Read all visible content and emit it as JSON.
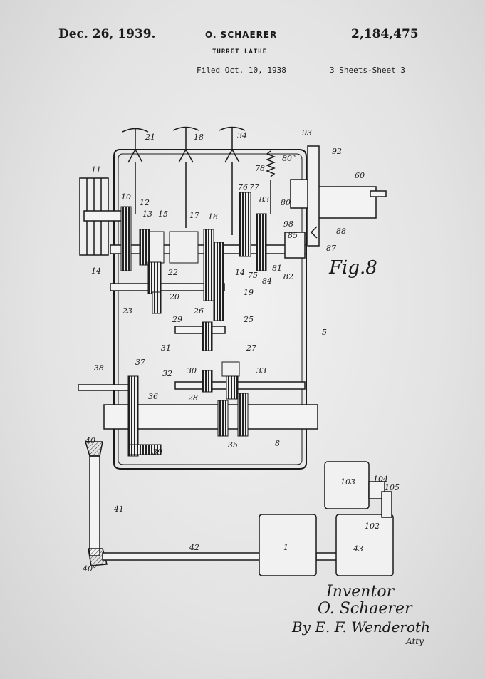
{
  "header": {
    "date": "Dec. 26, 1939.",
    "inventor": "O. SCHAERER",
    "patent_number": "2,184,475",
    "title": "TURRET LATHE",
    "filed": "Filed Oct. 10, 1938",
    "sheets": "3 Sheets-Sheet 3"
  },
  "figure": {
    "label": "Fig.8"
  },
  "reference_numerals": {
    "n1": "1",
    "n5": "5",
    "n8": "8",
    "n10": "10",
    "n11": "11",
    "n12": "12",
    "n13": "13",
    "n14a": "14",
    "n14b": "14",
    "n15": "15",
    "n16": "16",
    "n17": "17",
    "n18": "18",
    "n19": "19",
    "n20": "20",
    "n21": "21",
    "n22": "22",
    "n23": "23",
    "n25": "25",
    "n26": "26",
    "n27": "27",
    "n28": "28",
    "n29": "29",
    "n30": "30",
    "n31": "31",
    "n32": "32",
    "n33": "33",
    "n34": "34",
    "n35": "35",
    "n36": "36",
    "n37": "37",
    "n38": "38",
    "n39": "39",
    "n40a": "40",
    "n40b": "40°",
    "n41": "41",
    "n42": "42",
    "n43": "43",
    "n60": "60",
    "n75": "75",
    "n76": "76",
    "n77": "77",
    "n78": "78",
    "n80a": "80°",
    "n80b": "80",
    "n81": "81",
    "n82": "82",
    "n83": "83",
    "n84": "84",
    "n85": "85",
    "n87": "87",
    "n88": "88",
    "n92": "92",
    "n93": "93",
    "n98": "98",
    "n102": "102",
    "n103": "103",
    "n104": "104",
    "n105": "105"
  },
  "signature": {
    "line1": "Inventor",
    "line2": "O. Schaerer",
    "line3": "By E. F. Wenderoth",
    "line4": "Atty"
  }
}
